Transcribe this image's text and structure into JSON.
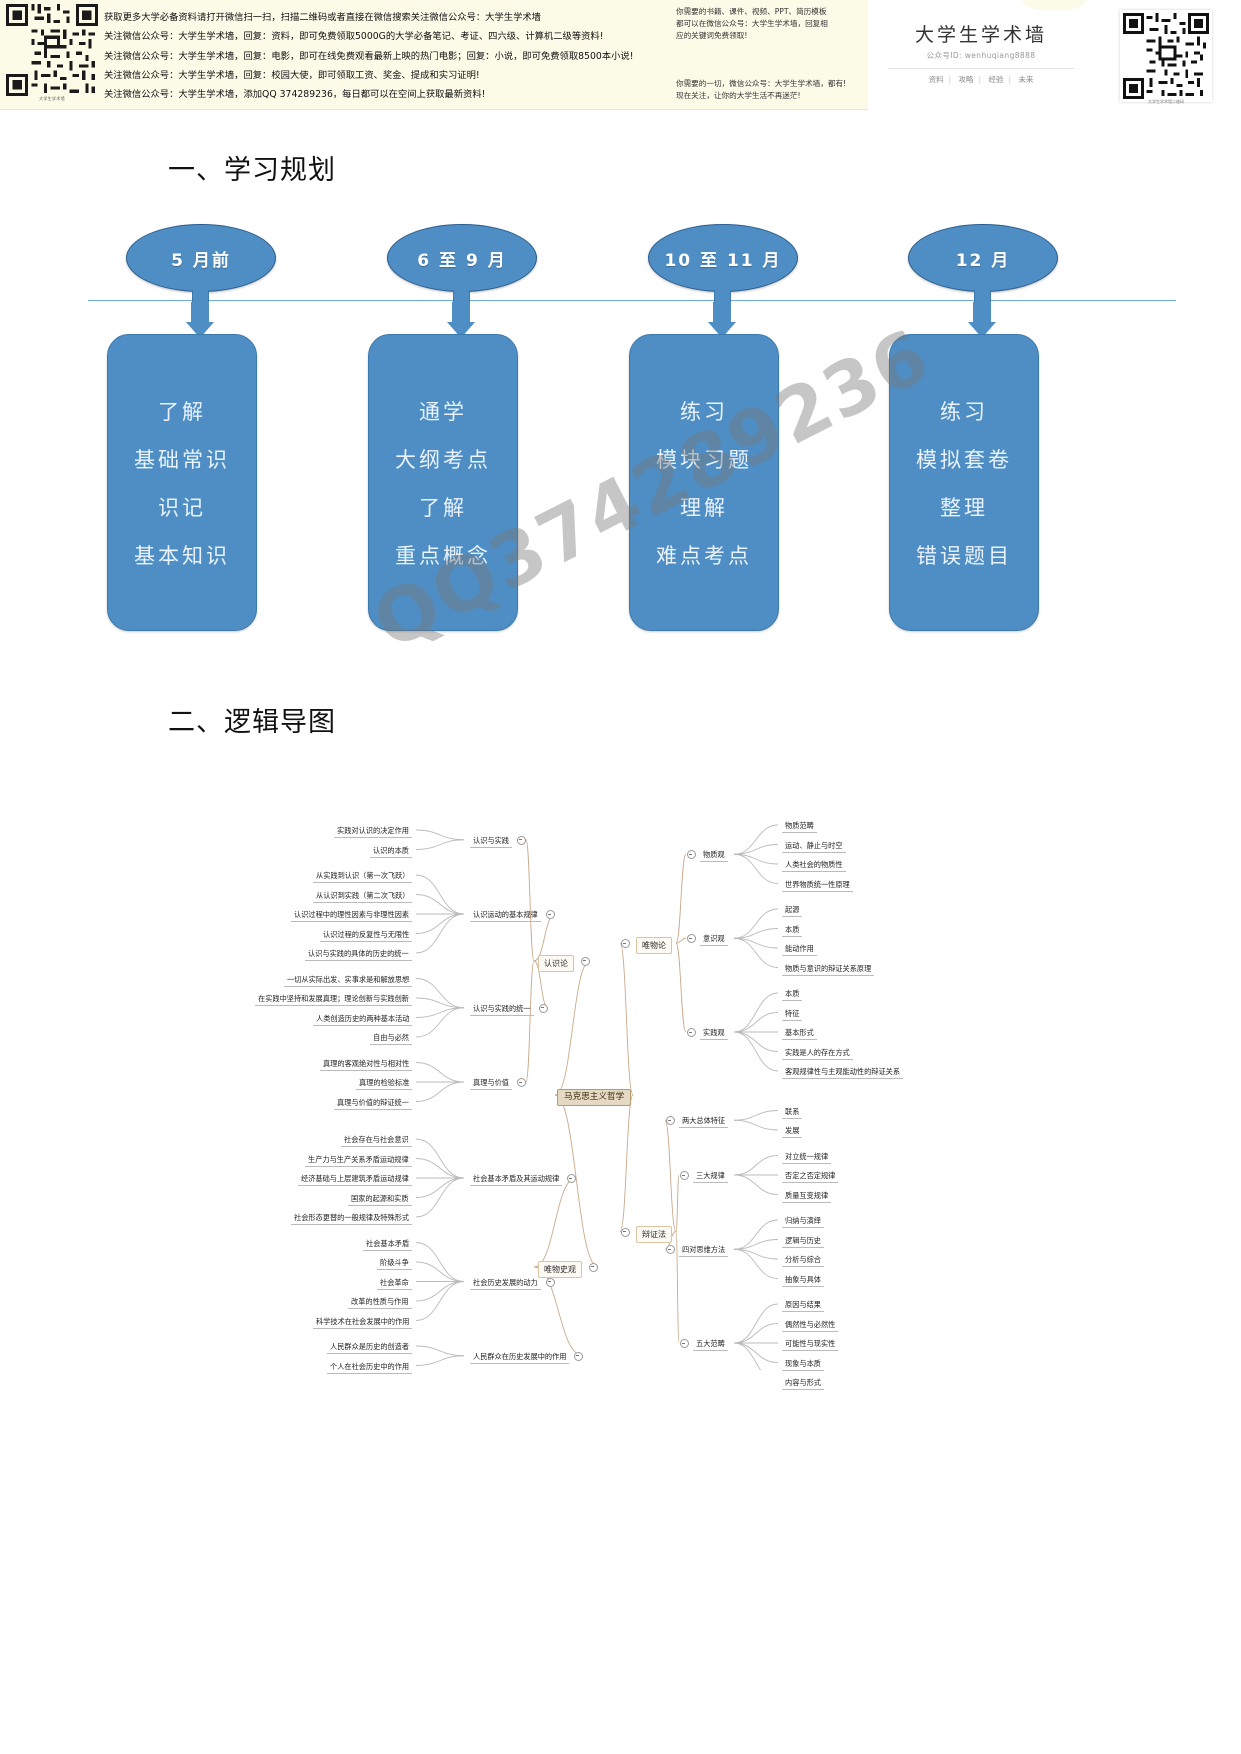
{
  "banner": {
    "lines": [
      "获取更多大学必备资料请打开微信扫一扫，扫描二维码或者直接在微信搜索关注微信公众号：大学生学术墙",
      "关注微信公众号：大学生学术墙，回复：资料，即可免费领取5000G的大学必备笔记、考证、四六级、计算机二级等资料!",
      "关注微信公众号：大学生学术墙，回复：电影，即可在线免费观看最新上映的热门电影；回复：小说，即可免费领取8500本小说!",
      "关注微信公众号：大学生学术墙，回复：校园大使，即可领取工资、奖金、提成和实习证明!",
      "关注微信公众号：大学生学术墙，添加QQ 374289236，每日都可以在空间上获取最新资料!"
    ],
    "mid_top": [
      "你需要的书籍、课件、视频、PPT、简历模板",
      "都可以在微信公众号：大学生学术墙，回复相",
      "应的关键词免费领取!"
    ],
    "mid_bottom": [
      "你需要的一切，微信公众号：大学生学术墙，都有!",
      "现在关注，让你的大学生活不再迷茫!"
    ],
    "qr_caption": "大学生学术墙"
  },
  "card": {
    "title": "大学生学术墙",
    "id_line": "公众号ID: wenhuqiang8888",
    "tags": [
      "资料",
      "攻略",
      "经验",
      "未来"
    ],
    "qr_caption": "大学生学术墙二维码"
  },
  "sections": {
    "one": "一、学习规划",
    "two": "二、逻辑导图"
  },
  "watermark": "QQ374289236",
  "timeline": {
    "phases": [
      {
        "period": "5 月前",
        "items": [
          "了解",
          "基础常识",
          "识记",
          "基本知识"
        ]
      },
      {
        "period": "6 至 9 月",
        "items": [
          "通学",
          "大纲考点",
          "了解",
          "重点概念"
        ]
      },
      {
        "period": "10 至 11 月",
        "items": [
          "练习",
          "模块习题",
          "理解",
          "难点考点"
        ]
      },
      {
        "period": "12 月",
        "items": [
          "练习",
          "模拟套卷",
          "整理",
          "错误题目"
        ]
      }
    ],
    "accent": "#4f8ec4",
    "line_color": "#6fa8dc"
  },
  "mindmap": {
    "root": "马克思主义哲学",
    "branches": [
      {
        "name": "认识论",
        "side": "left",
        "groups": [
          {
            "label": "认识与实践",
            "leaves": [
              "实践对认识的决定作用",
              "认识的本质"
            ]
          },
          {
            "label": "认识运动的基本规律",
            "leaves": [
              "从实践到认识（第一次飞跃）",
              "从认识到实践（第二次飞跃）",
              "认识过程中的理性因素与非理性因素",
              "认识过程的反复性与无限性",
              "认识与实践的具体的历史的统一"
            ]
          },
          {
            "label": "认识与实践的统一",
            "leaves": [
              "一切从实际出发、实事求是和解放思想",
              "在实践中坚持和发展真理；理论创新与实践创新",
              "人类创造历史的两种基本活动",
              "自由与必然"
            ]
          },
          {
            "label": "真理与价值",
            "leaves": [
              "真理的客观绝对性与相对性",
              "真理的检验标准",
              "真理与价值的辩证统一"
            ]
          }
        ]
      },
      {
        "name": "唯物史观",
        "side": "left",
        "groups": [
          {
            "label": "社会基本矛盾及其运动规律",
            "leaves": [
              "社会存在与社会意识",
              "生产力与生产关系矛盾运动规律",
              "经济基础与上层建筑矛盾运动规律",
              "国家的起源和实质",
              "社会形态更替的一般规律及特殊形式"
            ]
          },
          {
            "label": "社会历史发展的动力",
            "leaves": [
              "社会基本矛盾",
              "阶级斗争",
              "社会革命",
              "改革的性质与作用",
              "科学技术在社会发展中的作用"
            ]
          },
          {
            "label": "人民群众在历史发展中的作用",
            "leaves": [
              "人民群众是历史的创造者",
              "个人在社会历史中的作用"
            ]
          }
        ]
      },
      {
        "name": "唯物论",
        "side": "right",
        "groups": [
          {
            "label": "物质观",
            "leaves": [
              "物质范畴",
              "运动、静止与时空",
              "人类社会的物质性",
              "世界物质统一性原理"
            ]
          },
          {
            "label": "意识观",
            "leaves": [
              "起源",
              "本质",
              "能动作用",
              "物质与意识的辩证关系原理"
            ]
          },
          {
            "label": "实践观",
            "leaves": [
              "本质",
              "特征",
              "基本形式",
              "实践是人的存在方式",
              "客观规律性与主观能动性的辩证关系"
            ]
          }
        ]
      },
      {
        "name": "辩证法",
        "side": "right",
        "groups": [
          {
            "label": "两大总体特征",
            "leaves": [
              "联系",
              "发展"
            ]
          },
          {
            "label": "三大规律",
            "leaves": [
              "对立统一规律",
              "否定之否定规律",
              "质量互变规律"
            ]
          },
          {
            "label": "四对思维方法",
            "leaves": [
              "归纳与演绎",
              "逻辑与历史",
              "分析与综合",
              "抽象与具体"
            ]
          },
          {
            "label": "五大范畴",
            "leaves": [
              "原因与结果",
              "偶然性与必然性",
              "可能性与现实性",
              "现象与本质",
              "内容与形式"
            ]
          }
        ]
      }
    ]
  }
}
